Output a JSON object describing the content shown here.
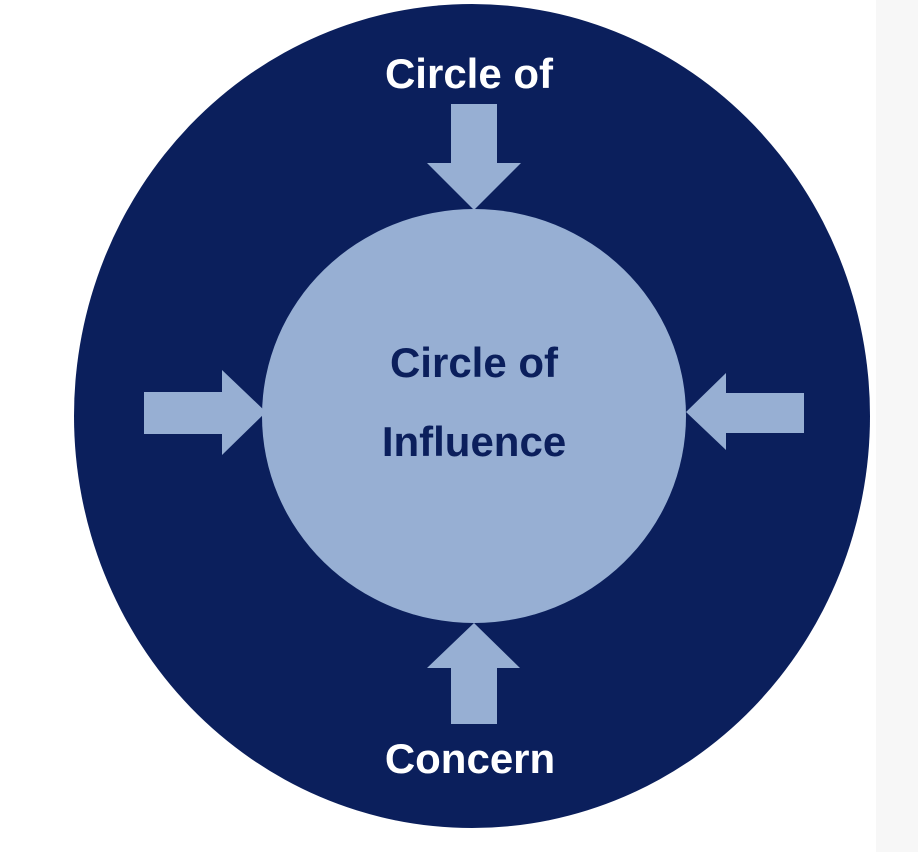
{
  "outer_circle": {
    "label_top": "Circle of",
    "label_bottom": "Concern"
  },
  "inner_circle": {
    "label_line1": "Circle of",
    "label_line2": "Influence"
  },
  "colors": {
    "outer": "#0b1f5c",
    "inner": "#97afd3",
    "arrow": "#97afd3",
    "outer_text": "#ffffff",
    "inner_text": "#0b1f5c"
  }
}
